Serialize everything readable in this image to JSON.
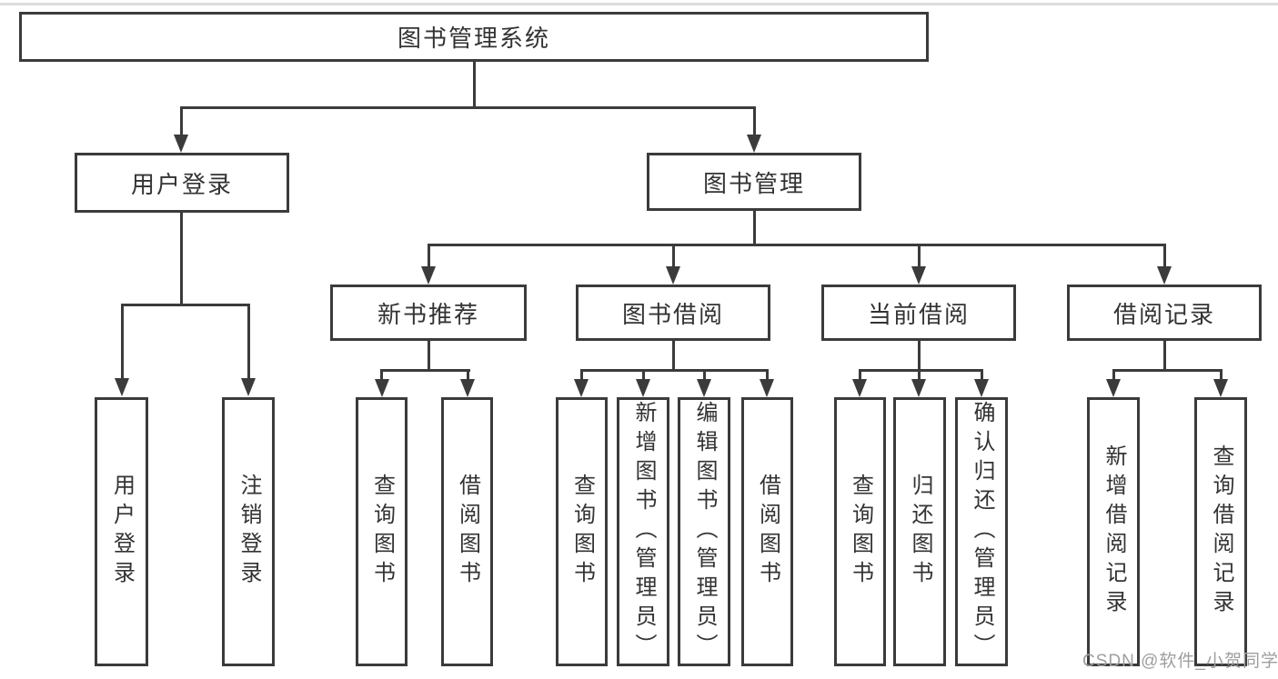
{
  "diagram": {
    "title": "图书管理系统",
    "level2": {
      "user_login": "用户登录",
      "book_management": "图书管理"
    },
    "user_login_children": {
      "login": "用户登录",
      "logout": "注销登录"
    },
    "book_management_sections": {
      "new_book": {
        "label": "新书推荐",
        "children": {
          "query": "查询图书",
          "borrow": "借阅图书"
        }
      },
      "book_borrow": {
        "label": "图书借阅",
        "children": {
          "query": "查询图书",
          "add": "新增图书（管理员）",
          "edit": "编辑图书（管理员）",
          "borrow": "借阅图书"
        }
      },
      "current_borrow": {
        "label": "当前借阅",
        "children": {
          "query": "查询图书",
          "return": "归还图书",
          "confirm_return": "确认归还（管理员）"
        }
      },
      "borrow_record": {
        "label": "借阅记录",
        "children": {
          "add": "新增借阅记录",
          "query": "查询借阅记录"
        }
      }
    }
  },
  "watermark": "CSDN @软件_小贺同学",
  "colors": {
    "line": "#3b3b3b",
    "text": "#333333",
    "box_fill": "#ffffff",
    "watermark": "#9e9e9e",
    "background": "#ffffff"
  }
}
